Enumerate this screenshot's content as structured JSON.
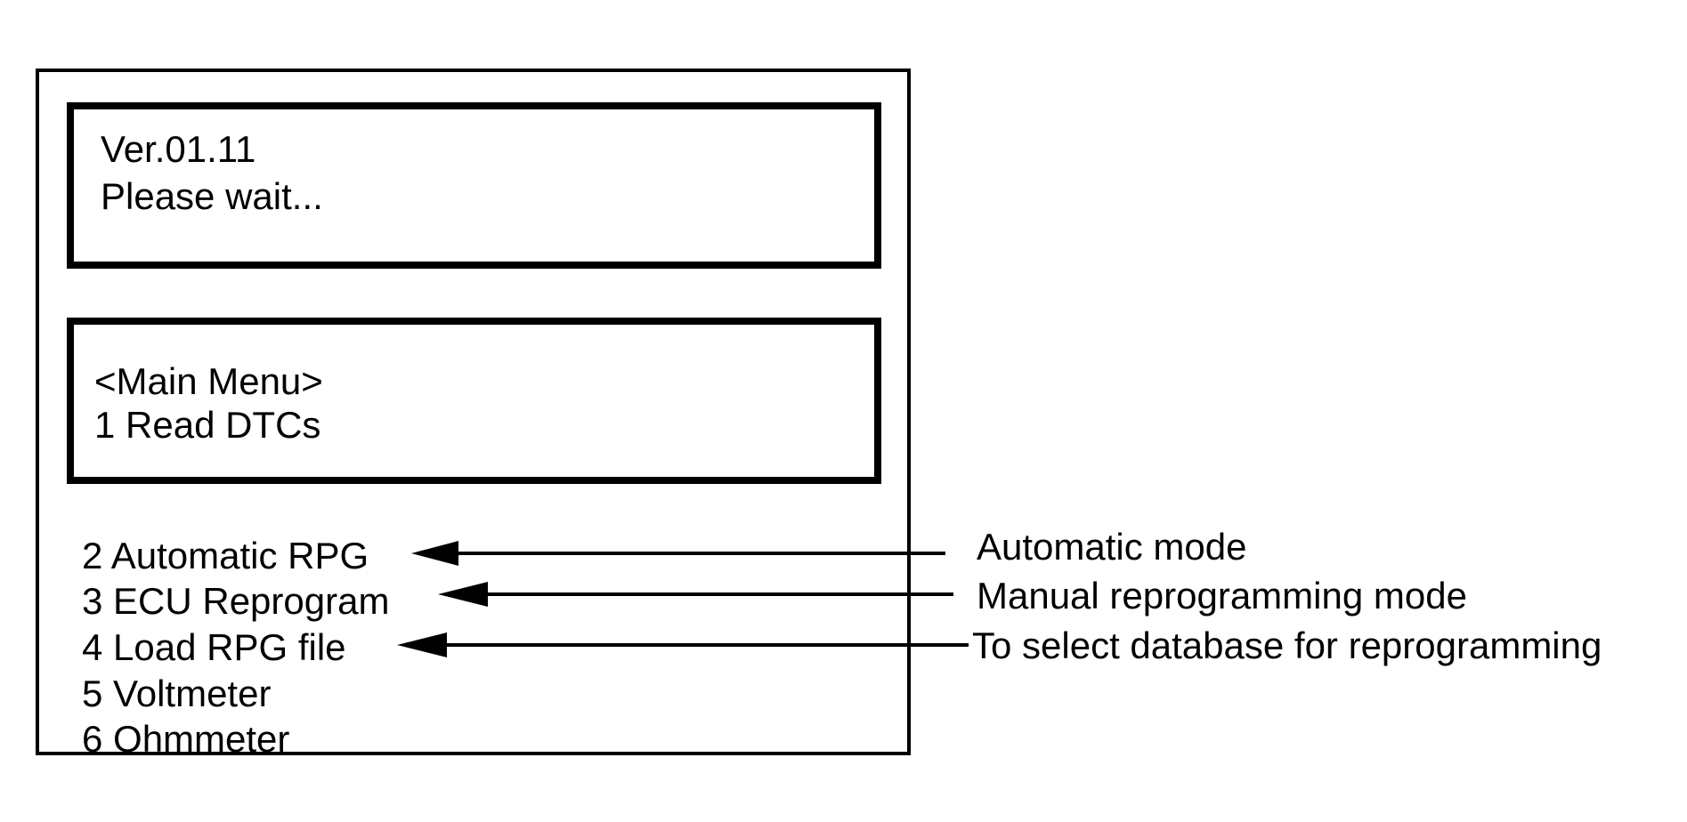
{
  "screen_1": {
    "version": "Ver.01.11",
    "status": "Please wait..."
  },
  "screen_2": {
    "title": "<Main Menu>",
    "item_1": "1 Read DTCs"
  },
  "menu_items": [
    "2 Automatic RPG",
    "3 ECU Reprogram",
    "4 Load RPG file",
    "5 Voltmeter",
    "6  Ohmmeter"
  ],
  "annotations": [
    "Automatic mode",
    "Manual reprogramming mode",
    "To select database for reprogramming"
  ]
}
